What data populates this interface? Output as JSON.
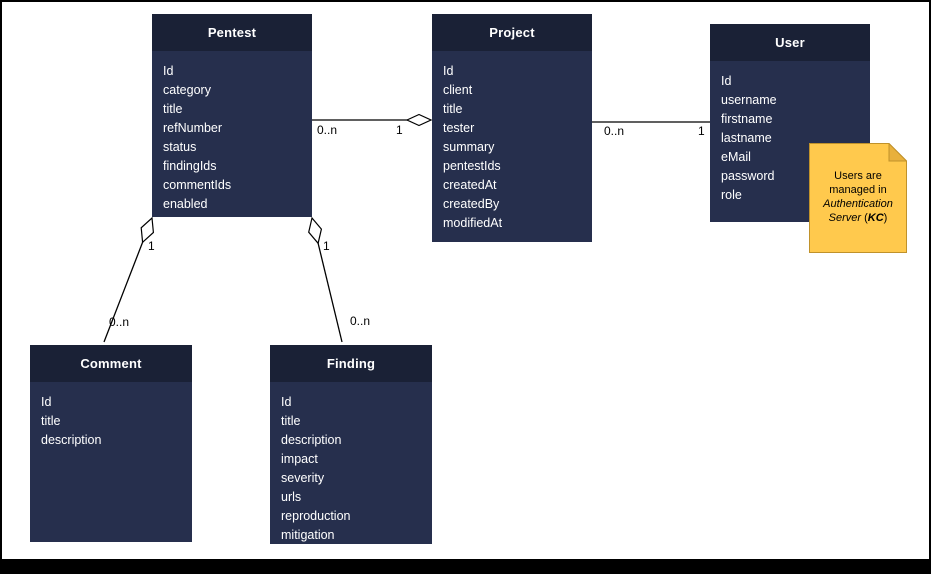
{
  "diagram": {
    "entities": [
      {
        "name": "Pentest",
        "fields": [
          "Id",
          "category",
          "title",
          "refNumber",
          "status",
          "findingIds",
          "commentIds",
          "enabled"
        ]
      },
      {
        "name": "Project",
        "fields": [
          "Id",
          "client",
          "title",
          "tester",
          "summary",
          "pentestIds",
          "createdAt",
          "createdBy",
          "modifiedAt"
        ]
      },
      {
        "name": "User",
        "fields": [
          "Id",
          "username",
          "firstname",
          "lastname",
          "eMail",
          "password",
          "role"
        ]
      },
      {
        "name": "Comment",
        "fields": [
          "Id",
          "title",
          "description"
        ]
      },
      {
        "name": "Finding",
        "fields": [
          "Id",
          "title",
          "description",
          "impact",
          "severity",
          "urls",
          "reproduction",
          "mitigation"
        ]
      }
    ],
    "relationships": [
      {
        "from": "Pentest",
        "to": "Project",
        "from_label": "0..n",
        "to_label": "1",
        "diamond_at": "Project"
      },
      {
        "from": "Project",
        "to": "User",
        "from_label": "0..n",
        "to_label": "1",
        "diamond_at": "none"
      },
      {
        "from": "Pentest",
        "to": "Comment",
        "from_label": "1",
        "to_label": "0..n",
        "diamond_at": "Pentest"
      },
      {
        "from": "Pentest",
        "to": "Finding",
        "from_label": "1",
        "to_label": "0..n",
        "diamond_at": "Pentest"
      }
    ],
    "note": {
      "line1": "Users are managed in",
      "emphasis": "Authentication Server",
      "paren_open": "(",
      "strong": "KC",
      "paren_close": ")"
    },
    "colors": {
      "header": "#1A2136",
      "body": "#262F4D",
      "note_fill": "#FFC94D",
      "note_fold": "#E8B03C",
      "note_border": "#C0922B",
      "line": "#000000"
    }
  }
}
